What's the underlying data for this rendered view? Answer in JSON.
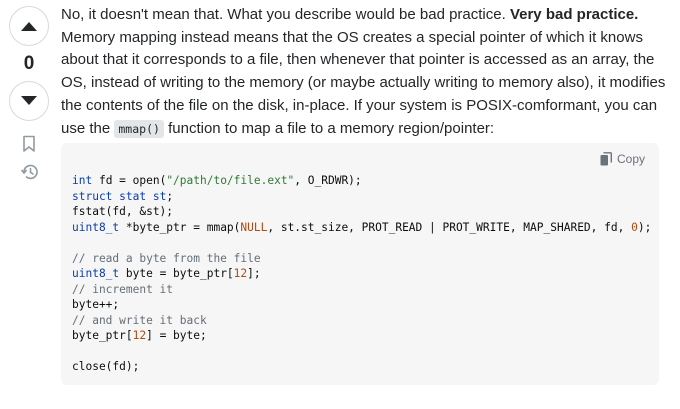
{
  "vote": {
    "count": "0",
    "upvote_label": "Up vote",
    "downvote_label": "Down vote"
  },
  "post": {
    "segments": [
      {
        "text": "No, it doesn't mean that. What you describe would be bad practice. ",
        "bold": false
      },
      {
        "text": "Very bad practice.",
        "bold": true
      },
      {
        "text": " Memory mapping instead means that the OS creates a special pointer of which it knows about that it corresponds to a file, then whenever that pointer is accessed as an array, the OS, instead of writing to the memory (or maybe actually writing to memory also), it modifies the contents of the file on the disk, in-place. If your system is POSIX-comformant, you can use the ",
        "bold": false
      },
      {
        "text": "mmap()",
        "code": true
      },
      {
        "text": " function to map a file to a memory region/pointer:",
        "bold": false
      }
    ]
  },
  "code_block": {
    "copy_label": "Copy",
    "lines": [
      [
        {
          "t": "int",
          "c": "kw"
        },
        {
          "t": " fd = open("
        },
        {
          "t": "\"/path/to/file.ext\"",
          "c": "str"
        },
        {
          "t": ", O_RDWR);"
        }
      ],
      [
        {
          "t": "struct",
          "c": "kw"
        },
        {
          "t": " "
        },
        {
          "t": "stat",
          "c": "kw"
        },
        {
          "t": " "
        },
        {
          "t": "st",
          "c": "kw"
        },
        {
          "t": ";"
        }
      ],
      [
        {
          "t": "fstat(fd, &st);"
        }
      ],
      [
        {
          "t": "uint8_t",
          "c": "kw"
        },
        {
          "t": " *byte_ptr = mmap("
        },
        {
          "t": "NULL",
          "c": "num"
        },
        {
          "t": ", st.st_size, PROT_READ | PROT_WRITE, MAP_SHARED, fd, "
        },
        {
          "t": "0",
          "c": "num"
        },
        {
          "t": ");"
        }
      ],
      [],
      [
        {
          "t": "// read a byte from the file",
          "c": "cm"
        }
      ],
      [
        {
          "t": "uint8_t",
          "c": "kw"
        },
        {
          "t": " byte = byte_ptr["
        },
        {
          "t": "12",
          "c": "num"
        },
        {
          "t": "];"
        }
      ],
      [
        {
          "t": "// increment it",
          "c": "cm"
        }
      ],
      [
        {
          "t": "byte++;"
        }
      ],
      [
        {
          "t": "// and write it back",
          "c": "cm"
        }
      ],
      [
        {
          "t": "byte_ptr["
        },
        {
          "t": "12",
          "c": "num"
        },
        {
          "t": "] = byte;"
        }
      ],
      [],
      [
        {
          "t": "close(fd);"
        }
      ]
    ]
  },
  "icons": {
    "upvote": "caret-up-icon",
    "downvote": "caret-down-icon",
    "bookmark": "bookmark-icon",
    "history": "history-icon",
    "copy": "copy-icon"
  },
  "colors": {
    "keyword": "#0d3ea8",
    "string": "#2f7a36",
    "number": "#b14a11",
    "comment": "#656e77",
    "code_bg": "#f6f6f6"
  }
}
